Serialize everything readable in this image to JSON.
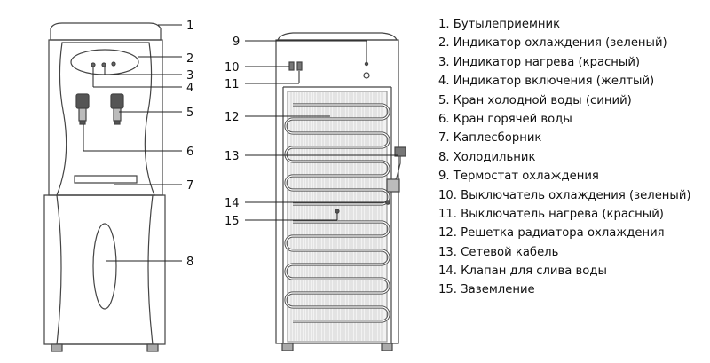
{
  "callouts_front": [
    "1",
    "2",
    "3",
    "4",
    "5",
    "6",
    "7",
    "8"
  ],
  "callouts_back": [
    "9",
    "10",
    "11",
    "12",
    "13",
    "14",
    "15"
  ],
  "legend": [
    "1. Бутылеприемник",
    "2. Индикатор охлаждения (зеленый)",
    "3. Индикатор нагрева (красный)",
    "4. Индикатор включения (желтый)",
    "5. Кран холодной воды (синий)",
    "6. Кран горячей воды",
    "7. Каплесборник",
    "8. Холодильник",
    "9. Термостат охлаждения",
    "10. Выключатель охлаждения (зеленый)",
    "11. Выключатель нагрева (красный)",
    "12. Решетка радиатора охлаждения",
    "13. Сетевой кабель",
    "14. Клапан для слива воды",
    "15. Заземление"
  ]
}
